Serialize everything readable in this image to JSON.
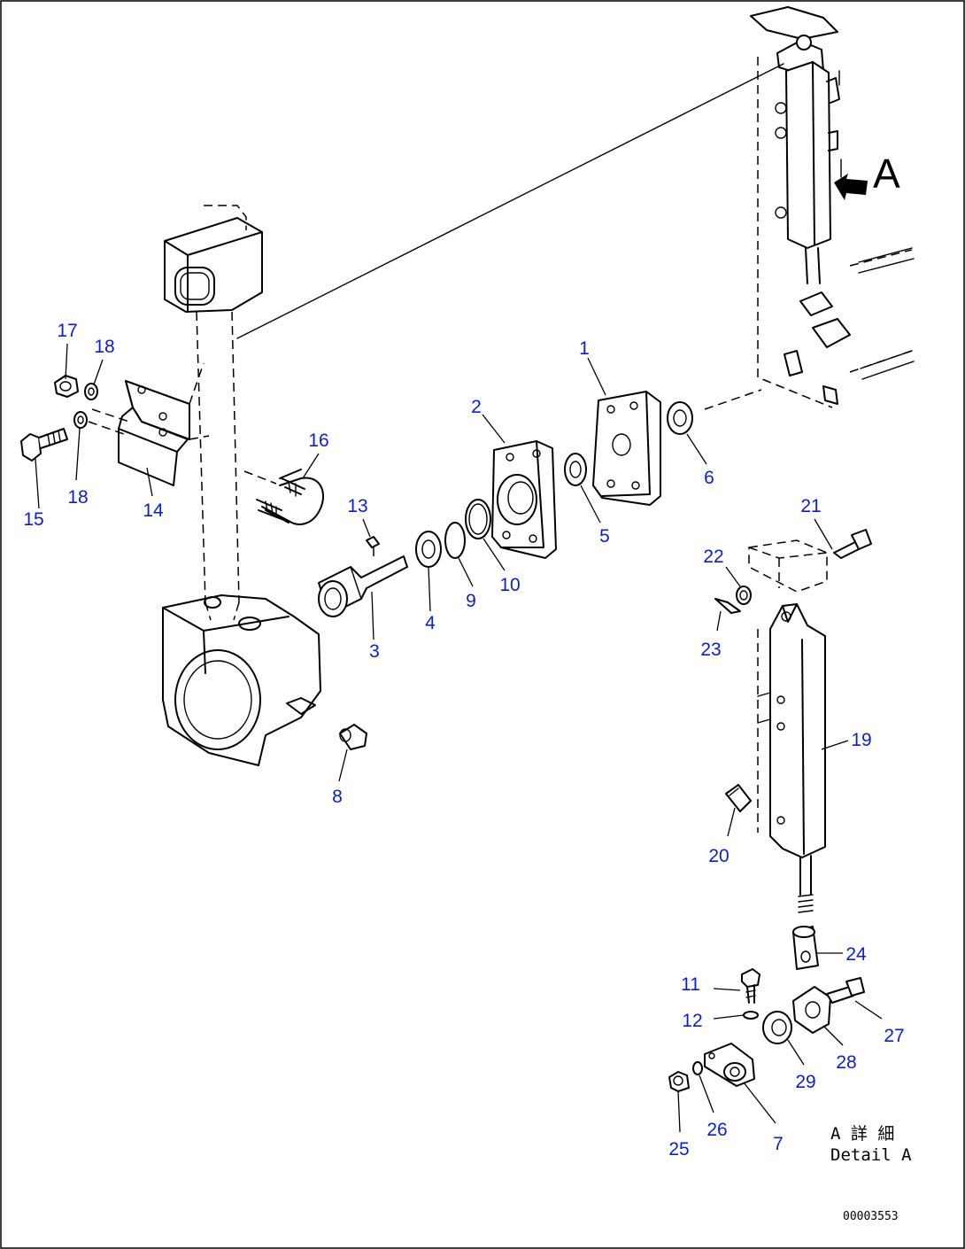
{
  "diagram": {
    "view_marker": "A",
    "detail_label_jp": "A 詳 細",
    "detail_label_en": "Detail A",
    "drawing_number": "00003553"
  },
  "callouts": [
    {
      "id": "c1",
      "label": "1"
    },
    {
      "id": "c2",
      "label": "2"
    },
    {
      "id": "c3",
      "label": "3"
    },
    {
      "id": "c4",
      "label": "4"
    },
    {
      "id": "c5",
      "label": "5"
    },
    {
      "id": "c6",
      "label": "6"
    },
    {
      "id": "c7",
      "label": "7"
    },
    {
      "id": "c8",
      "label": "8"
    },
    {
      "id": "c9",
      "label": "9"
    },
    {
      "id": "c10",
      "label": "10"
    },
    {
      "id": "c11",
      "label": "11"
    },
    {
      "id": "c12",
      "label": "12"
    },
    {
      "id": "c13",
      "label": "13"
    },
    {
      "id": "c14",
      "label": "14"
    },
    {
      "id": "c15",
      "label": "15"
    },
    {
      "id": "c16",
      "label": "16"
    },
    {
      "id": "c17",
      "label": "17"
    },
    {
      "id": "c18a",
      "label": "18"
    },
    {
      "id": "c18b",
      "label": "18"
    },
    {
      "id": "c19",
      "label": "19"
    },
    {
      "id": "c20",
      "label": "20"
    },
    {
      "id": "c21",
      "label": "21"
    },
    {
      "id": "c22",
      "label": "22"
    },
    {
      "id": "c23",
      "label": "23"
    },
    {
      "id": "c24",
      "label": "24"
    },
    {
      "id": "c25",
      "label": "25"
    },
    {
      "id": "c26",
      "label": "26"
    },
    {
      "id": "c27",
      "label": "27"
    },
    {
      "id": "c28",
      "label": "28"
    },
    {
      "id": "c29",
      "label": "29"
    }
  ],
  "colors": {
    "callout": "#0a1ed6",
    "line": "#000000",
    "background": "#ffffff"
  }
}
